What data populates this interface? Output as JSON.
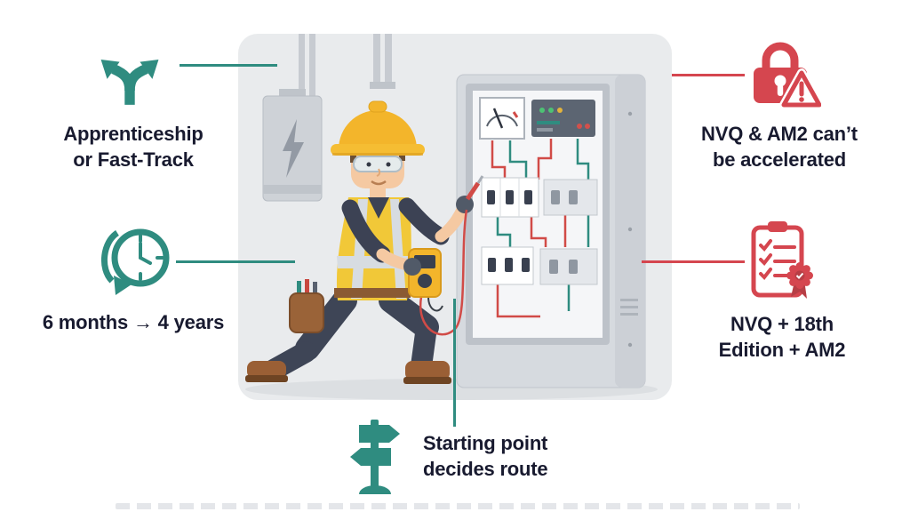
{
  "colors": {
    "teal": "#2F8C80",
    "red": "#D5464F",
    "text": "#181A2F",
    "card_background": "#E9EBED",
    "hat_yellow": "#F3B52B",
    "vest_yellow": "#F1C838"
  },
  "callouts": {
    "apprenticeship": {
      "icon": "fork-arrows-icon",
      "line1": "Apprenticeship",
      "line2": "or Fast-Track"
    },
    "duration": {
      "icon": "clock-icon",
      "line1": "6 months → 4 years"
    },
    "nvq_warning": {
      "icon": "lock-warning-icon",
      "line1": "NVQ & AM2 can’t",
      "line2": "be accelerated"
    },
    "qualifications": {
      "icon": "clipboard-award-icon",
      "line1": "NVQ + 18th",
      "line2": "Edition + AM2"
    },
    "starting_point": {
      "icon": "signpost-icon",
      "line1": "Starting point",
      "line2": "decides route"
    }
  },
  "illustration": {
    "alt": "Electrician kneeling and testing an open electrical panel with a multimeter"
  }
}
